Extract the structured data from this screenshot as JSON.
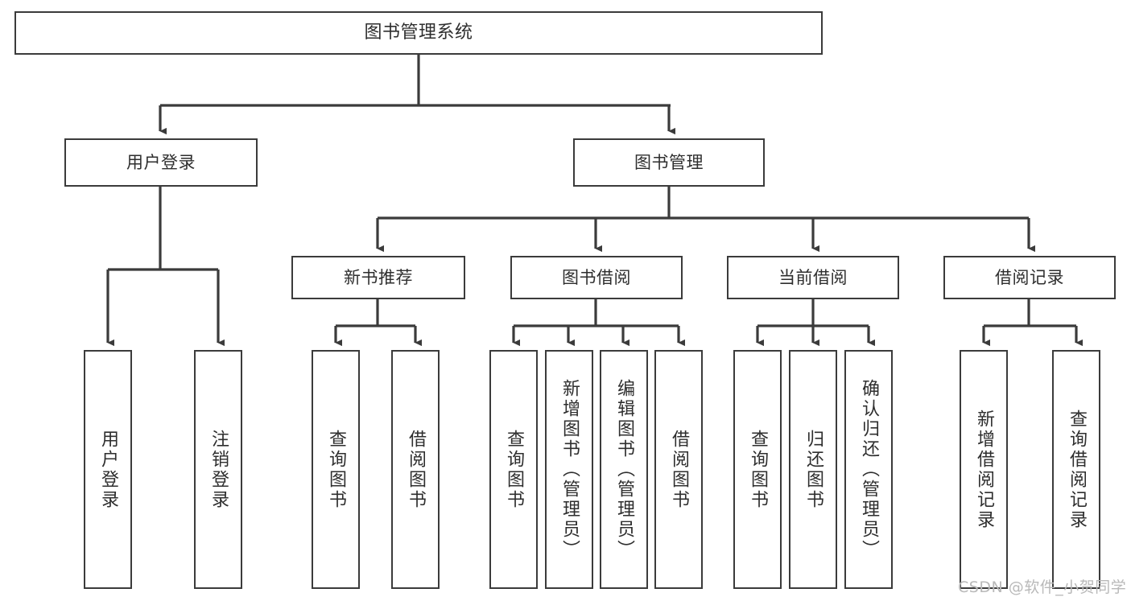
{
  "diagram": {
    "title": "图书管理系统",
    "type": "tree-hierarchy",
    "background_color": "#ffffff",
    "line_color": "#3b3b3b",
    "text_color": "#2e2e2e"
  },
  "nodes": {
    "root": {
      "label": "图书管理系统"
    },
    "level2": [
      {
        "id": "user-login",
        "label": "用户登录"
      },
      {
        "id": "book-manage",
        "label": "图书管理"
      }
    ],
    "level3": [
      {
        "id": "new-book-recommend",
        "label": "新书推荐"
      },
      {
        "id": "book-borrow",
        "label": "图书借阅"
      },
      {
        "id": "current-borrow",
        "label": "当前借阅"
      },
      {
        "id": "borrow-record",
        "label": "借阅记录"
      }
    ],
    "leaves": [
      {
        "id": "leaf-user-login",
        "label": "用户登录",
        "parent": "user-login"
      },
      {
        "id": "leaf-logout-login",
        "label": "注销登录",
        "parent": "user-login"
      },
      {
        "id": "leaf-query-book-1",
        "label": "查询图书",
        "parent": "new-book-recommend"
      },
      {
        "id": "leaf-borrow-book-1",
        "label": "借阅图书",
        "parent": "new-book-recommend"
      },
      {
        "id": "leaf-query-book-2",
        "label": "查询图书",
        "parent": "book-borrow"
      },
      {
        "id": "leaf-add-book",
        "label": "新增图书（管理员）",
        "parent": "book-borrow"
      },
      {
        "id": "leaf-edit-book",
        "label": "编辑图书（管理员）",
        "parent": "book-borrow"
      },
      {
        "id": "leaf-borrow-book-2",
        "label": "借阅图书",
        "parent": "book-borrow"
      },
      {
        "id": "leaf-query-book-3",
        "label": "查询图书",
        "parent": "current-borrow"
      },
      {
        "id": "leaf-return-book",
        "label": "归还图书",
        "parent": "current-borrow"
      },
      {
        "id": "leaf-confirm-return",
        "label": "确认归还（管理员）",
        "parent": "current-borrow"
      },
      {
        "id": "leaf-add-record",
        "label": "新增借阅记录",
        "parent": "borrow-record"
      },
      {
        "id": "leaf-query-record",
        "label": "查询借阅记录",
        "parent": "borrow-record"
      }
    ]
  },
  "watermark": {
    "text": "CSDN @软件_小贺同学"
  }
}
